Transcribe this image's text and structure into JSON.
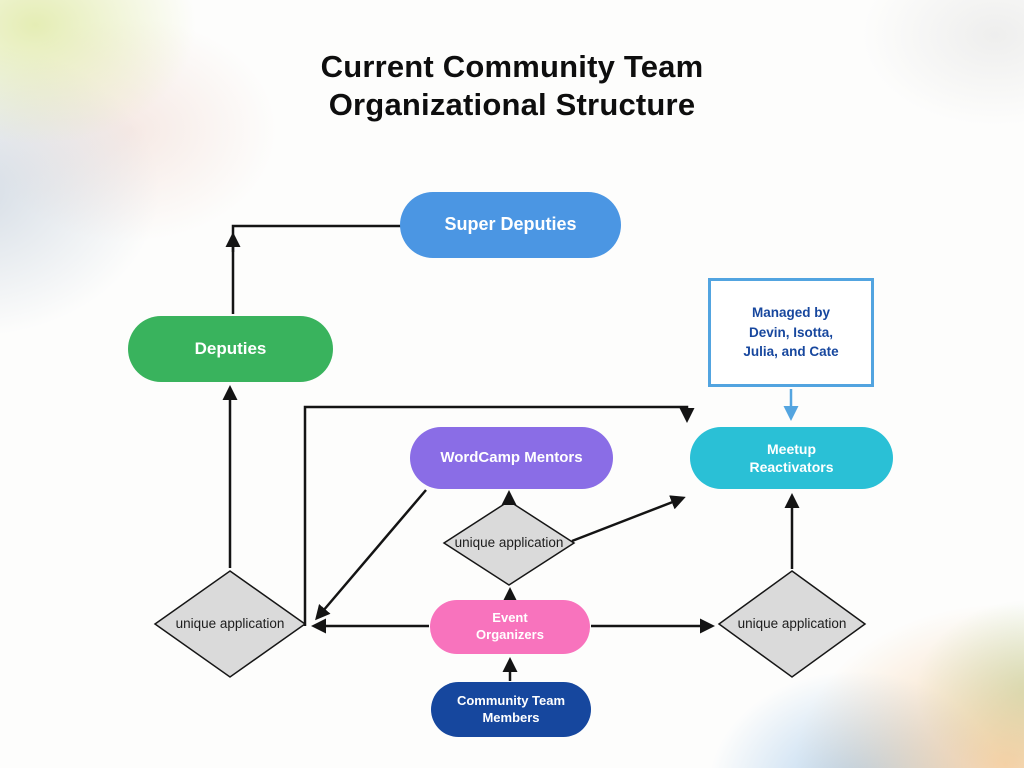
{
  "title": {
    "lines": [
      "Current Community Team",
      "Organizational Structure"
    ]
  },
  "nodes": {
    "super_deputies": {
      "label": "Super Deputies",
      "color": "#4b96e3"
    },
    "deputies": {
      "label": "Deputies",
      "color": "#39b35d"
    },
    "wordcamp_mentors": {
      "label": "WordCamp Mentors",
      "color": "#8a6de6"
    },
    "meetup_reactivators": {
      "label": "Meetup Reactivators",
      "color": "#2ac0d6"
    },
    "event_organizers": {
      "label": "Event Organizers",
      "color": "#f873bd"
    },
    "community_team_members": {
      "label": "Community Team Members",
      "color": "#16479e"
    }
  },
  "annotation": {
    "text": "Managed by Devin, Isotta, Julia, and Cate",
    "lines": [
      "Managed by",
      "Devin, Isotta,",
      "Julia, and Cate"
    ],
    "border_color": "#52a4e0",
    "text_color": "#17479e"
  },
  "diamonds": {
    "left": {
      "label": "unique application"
    },
    "middle": {
      "label": "unique application"
    },
    "right": {
      "label": "unique application"
    },
    "fill": "#dadada"
  },
  "connections": [
    {
      "from": "deputies",
      "to": "super_deputies"
    },
    {
      "from": "unique_application_left",
      "to": "deputies"
    },
    {
      "from": "event_organizers",
      "to": "unique_application_left"
    },
    {
      "from": "wordcamp_mentors",
      "to": "unique_application_left"
    },
    {
      "from": "unique_application_left",
      "to": "meetup_reactivators"
    },
    {
      "from": "event_organizers",
      "to": "unique_application_middle"
    },
    {
      "from": "unique_application_middle",
      "to": "wordcamp_mentors"
    },
    {
      "from": "unique_application_middle",
      "to": "meetup_reactivators"
    },
    {
      "from": "event_organizers",
      "to": "unique_application_right"
    },
    {
      "from": "unique_application_right",
      "to": "meetup_reactivators"
    },
    {
      "from": "community_team_members",
      "to": "event_organizers"
    },
    {
      "from": "managed_by_note",
      "to": "meetup_reactivators"
    }
  ],
  "arrow_colors": {
    "default": "#141414",
    "managed_by": "#54a5e0"
  }
}
